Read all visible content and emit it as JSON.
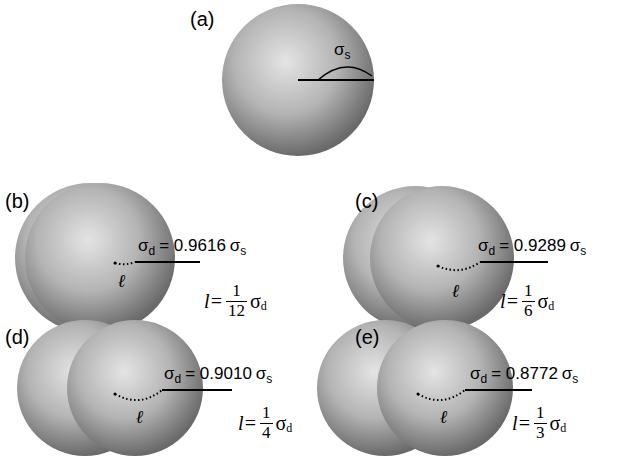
{
  "diagram": {
    "labels": [
      "(a)",
      "σ",
      "s",
      "(b)",
      "σ",
      "d",
      "= 0.9616",
      "σ",
      "s",
      "ℓ",
      "l=",
      "1",
      "12",
      "σ",
      "d",
      "(c)",
      "σ",
      "d",
      "= 0.9289",
      "σ",
      "s",
      "ℓ",
      "l=",
      "1",
      "6",
      "σ",
      "d",
      "(d)",
      "σ",
      "d",
      "= 0.9010",
      "σ",
      "s",
      "ℓ",
      "l=",
      "1",
      "4",
      "σ",
      "d",
      "(e)",
      "σ",
      "d",
      "= 0.8772",
      "σ",
      "s",
      "ℓ",
      "l=",
      "1",
      "3",
      "σ",
      "d"
    ]
  }
}
